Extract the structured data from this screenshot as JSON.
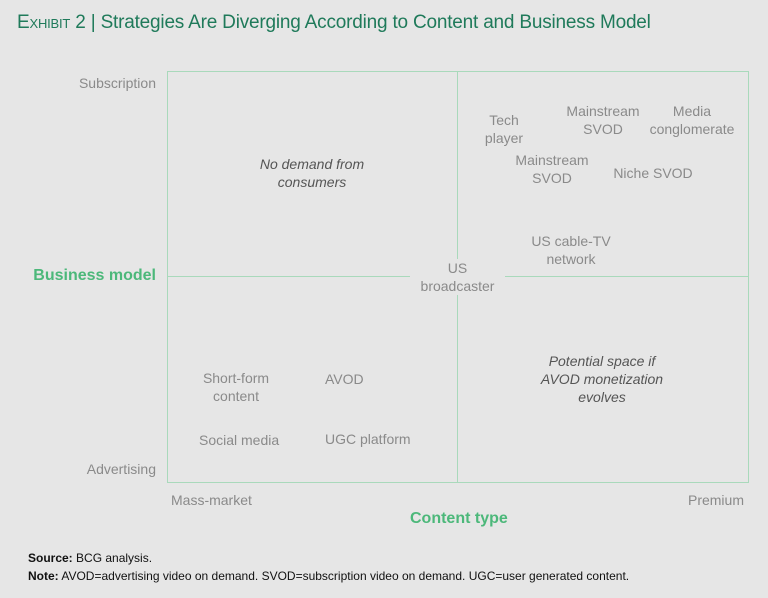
{
  "title": {
    "exhibit": "Exhibit 2",
    "separator": "|",
    "text": "Strategies Are Diverging According to Content and Business Model"
  },
  "y_axis": {
    "label": "Business model",
    "top": "Subscription",
    "bottom": "Advertising"
  },
  "x_axis": {
    "label": "Content type",
    "left": "Mass-market",
    "right": "Premium"
  },
  "quadrants": {
    "top_left_note": [
      "No demand from",
      "consumers"
    ],
    "bottom_right_note": [
      "Potential space if",
      "AVOD monetization",
      "evolves"
    ]
  },
  "items": {
    "tech_player": [
      "Tech",
      "player"
    ],
    "mainstream_svod_1": [
      "Mainstream",
      "SVOD"
    ],
    "media_conglomerate": [
      "Media",
      "conglomerate"
    ],
    "mainstream_svod_2": [
      "Mainstream",
      "SVOD"
    ],
    "niche_svod": "Niche SVOD",
    "us_cable": [
      "US cable-TV",
      "network"
    ],
    "us_broadcaster": [
      "US",
      "broadcaster"
    ],
    "short_form": [
      "Short-form",
      "content"
    ],
    "avod": "AVOD",
    "social_media": "Social media",
    "ugc_platform": "UGC platform"
  },
  "footer": {
    "source_label": "Source:",
    "source": " BCG analysis.",
    "note_label": "Note:",
    "note": " AVOD=advertising video on demand. SVOD=subscription video on demand. UGC=user generated content."
  }
}
